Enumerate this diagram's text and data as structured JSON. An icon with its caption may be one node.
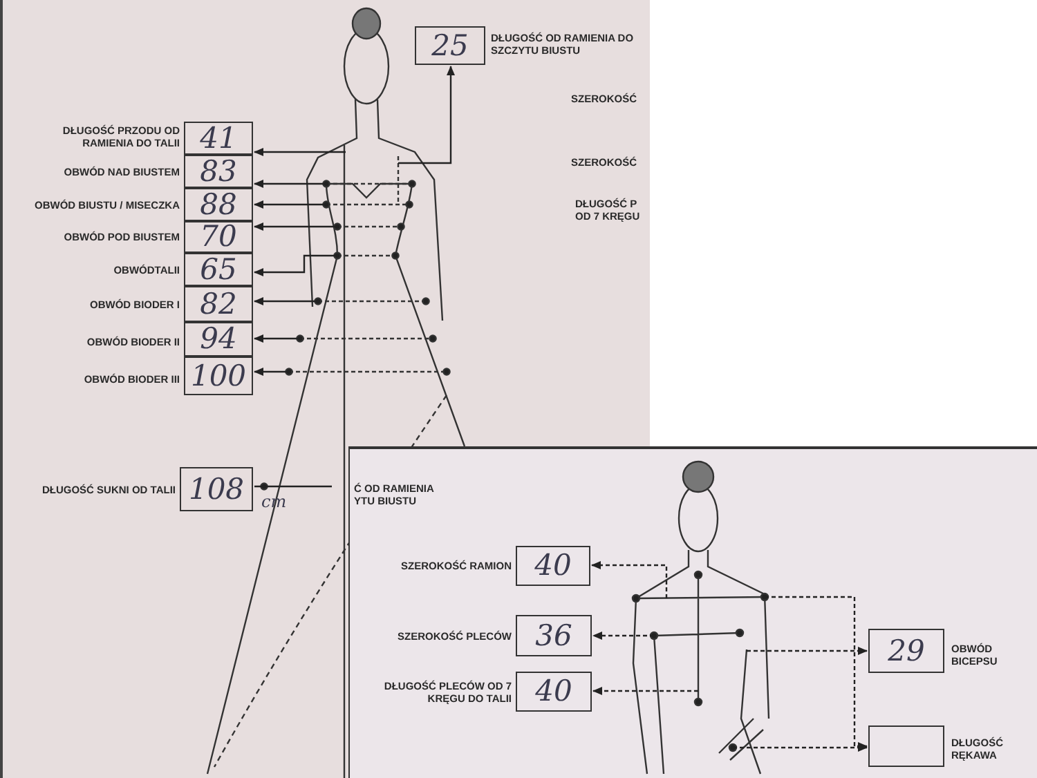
{
  "diagram": {
    "nodes": [
      {
        "text": [
          "25"
        ],
        "beside": [
          "DŁUGOŚĆ OD RAMIENIA DO SZCZYTU BIUSTU"
        ]
      },
      {
        "text": [
          "41"
        ],
        "beside": [
          "DŁUGOŚĆ PRZODU OD RAMIENIA DO TALII"
        ]
      },
      {
        "text": [
          "83"
        ],
        "beside": [
          "OBWÓD NAD BIUSTEM"
        ]
      },
      {
        "text": [
          "88"
        ],
        "beside": [
          "OBWÓD BIUSTU / MISECZKA"
        ]
      },
      {
        "text": [
          "70"
        ],
        "beside": [
          "OBWÓD POD BIUSTEM"
        ]
      },
      {
        "text": [
          "65"
        ],
        "beside": [
          "OBWÓDTALII"
        ]
      },
      {
        "text": [
          "82"
        ],
        "beside": [
          "OBWÓD BIODER I"
        ]
      },
      {
        "text": [
          "94"
        ],
        "beside": [
          "OBWÓD BIODER II"
        ]
      },
      {
        "text": [
          "100"
        ],
        "beside": [
          "OBWÓD BIODER III"
        ]
      },
      {
        "text": [
          "108"
        ],
        "beside": [
          "DŁUGOŚĆ SUKNI OD TALII"
        ]
      },
      {
        "text": [
          "40"
        ],
        "beside": [
          "SZEROKOŚĆ RAMION"
        ]
      },
      {
        "text": [
          "36"
        ],
        "beside": [
          "SZEROKOŚĆ PLECÓW"
        ]
      },
      {
        "text": [
          "29"
        ],
        "beside": [
          "OBWÓD BICEPSU"
        ]
      },
      {
        "text": [
          "40"
        ],
        "beside": [
          "DŁUGOŚĆ PLECÓW OD 7 KRĘGU DO TALII"
        ]
      },
      {
        "text": [],
        "shape": "box",
        "beside": [
          "DŁUGOŚĆ RĘKAWA"
        ]
      }
    ],
    "edges": [
      {
        "from": null,
        "to": 0,
        "arrow": "to"
      },
      {
        "from": null,
        "to": 1,
        "arrow": "to"
      },
      {
        "from": null,
        "to": 2,
        "arrow": "to"
      },
      {
        "from": null,
        "to": 3,
        "arrow": "to"
      },
      {
        "from": null,
        "to": 4,
        "arrow": "to"
      },
      {
        "from": null,
        "to": 5,
        "arrow": "to"
      },
      {
        "from": null,
        "to": 6,
        "arrow": "to"
      },
      {
        "from": null,
        "to": 7,
        "arrow": "to"
      },
      {
        "from": null,
        "to": 8,
        "arrow": "to"
      },
      {
        "from": null,
        "to": 9,
        "arrow": "none"
      },
      {
        "from": null,
        "to": 10,
        "arrow": "to",
        "style": "dashed"
      },
      {
        "from": null,
        "to": 11,
        "arrow": "to",
        "style": "dashed"
      },
      {
        "from": null,
        "to": 12,
        "arrow": "to",
        "style": "dashed"
      },
      {
        "from": null,
        "to": 13,
        "arrow": "to",
        "style": "dashed"
      },
      {
        "from": null,
        "to": 14,
        "arrow": "to",
        "style": "dashed"
      },
      {
        "from": null,
        "to": 14,
        "arrow": "to",
        "style": "dashed"
      }
    ],
    "labels": [
      "SZEROKOŚĆ",
      "SZEROKOŚĆ",
      "DŁUGOŚĆ P OD 7 KRĘGU",
      "cm",
      "Ć OD RAMIENIA YTU BIUSTU"
    ]
  }
}
